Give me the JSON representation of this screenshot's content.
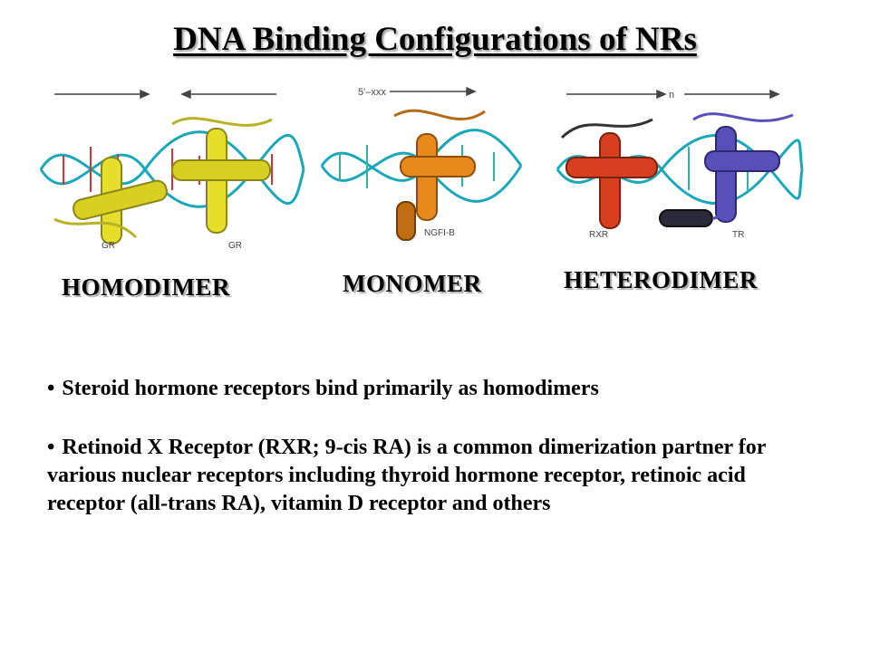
{
  "title": "DNA Binding Configurations of NRs",
  "panels": [
    {
      "label": "HOMODIMER",
      "arrow_text": "",
      "protein_labels": [
        "GR",
        "GR"
      ],
      "protein_colors": [
        "#e6df2a",
        "#e6df2a"
      ]
    },
    {
      "label": "MONOMER",
      "arrow_text": "5'–xxx",
      "protein_labels": [
        "NGFI-B"
      ],
      "protein_colors": [
        "#e8891c"
      ]
    },
    {
      "label": "HETERODIMER",
      "arrow_text": "n",
      "protein_labels": [
        "RXR",
        "TR"
      ],
      "protein_colors": [
        "#d6401e",
        "#5a4fb8"
      ]
    }
  ],
  "colors": {
    "dna": "#1aa8b8",
    "dna_alt": "#c83a3a",
    "dark_helix": "#2a2a3a"
  },
  "bullets": [
    "Steroid hormone receptors bind primarily as homodimers",
    "Retinoid X Receptor (RXR; 9-cis RA) is a common dimerization partner for various nuclear receptors including thyroid hormone receptor, retinoic acid receptor (all-trans RA), vitamin D receptor and others"
  ]
}
